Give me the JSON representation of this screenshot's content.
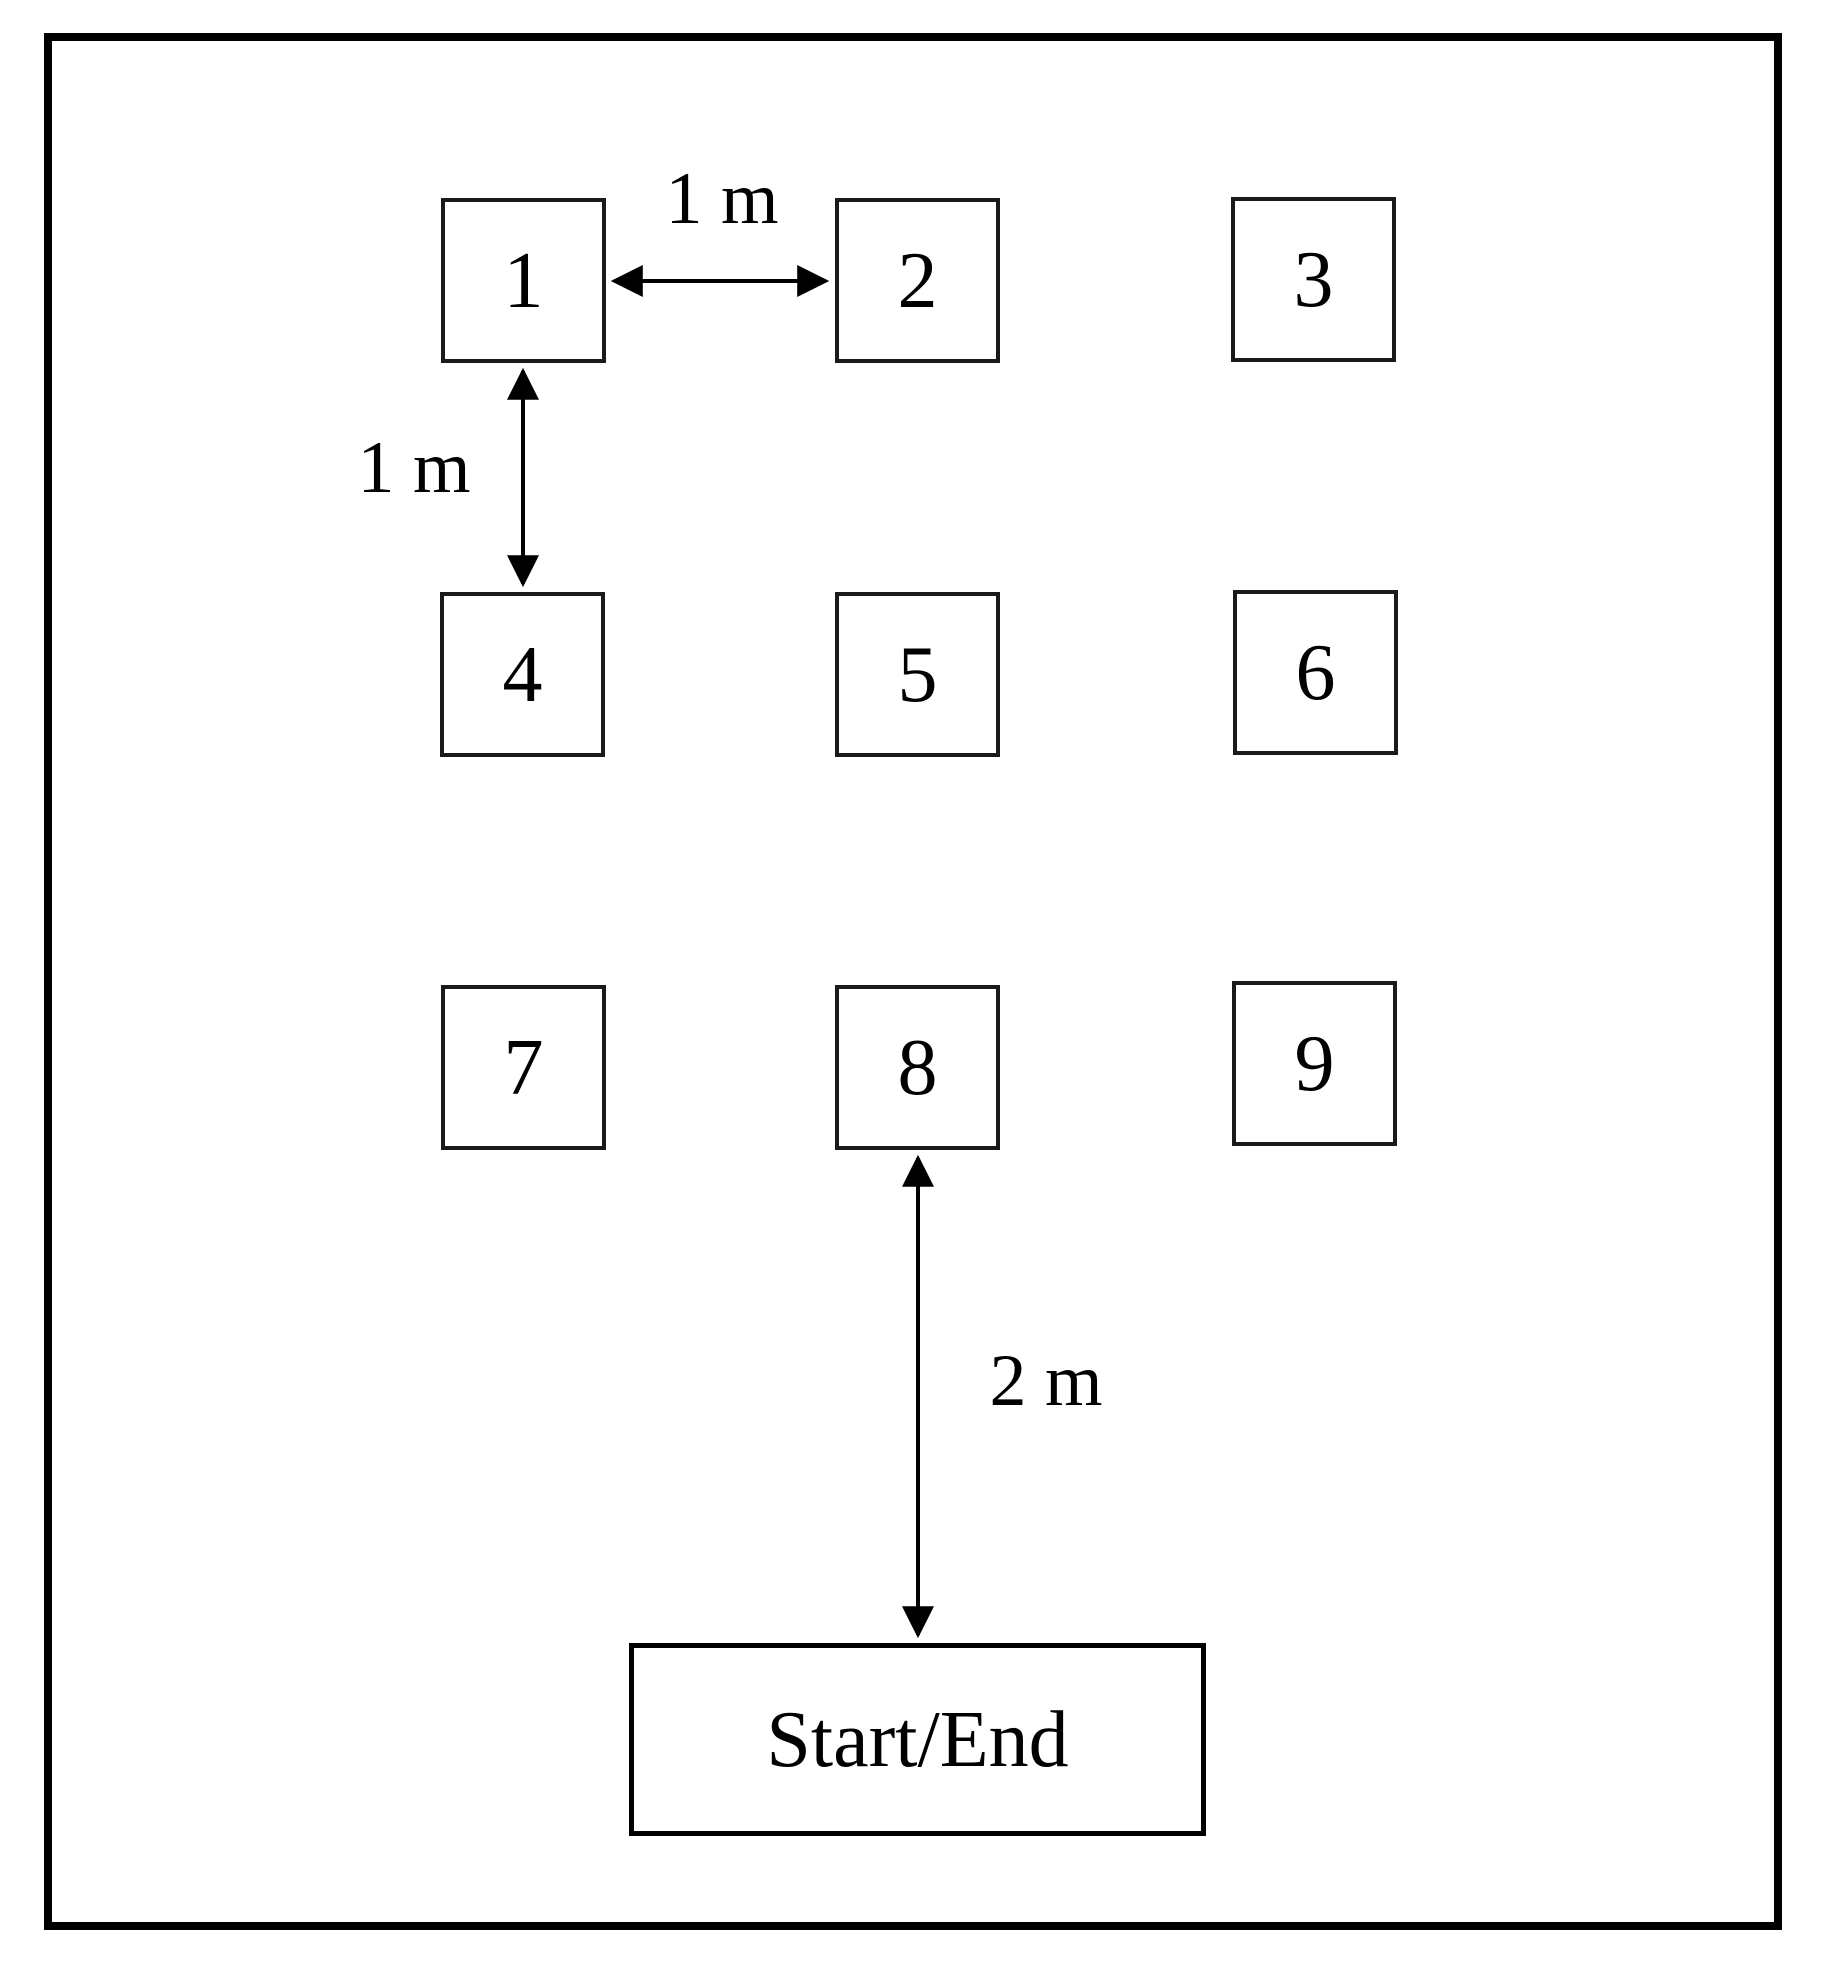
{
  "diagram": {
    "description": "Course layout of nine numbered target squares in a 3x3 grid with a Start/End base box",
    "boxes": [
      {
        "label": "1"
      },
      {
        "label": "2"
      },
      {
        "label": "3"
      },
      {
        "label": "4"
      },
      {
        "label": "5"
      },
      {
        "label": "6"
      },
      {
        "label": "7"
      },
      {
        "label": "8"
      },
      {
        "label": "9"
      }
    ],
    "start_end": {
      "label": "Start/End"
    },
    "measurements": {
      "horizontal_1m": "1 m",
      "vertical_1m": "1 m",
      "vertical_2m": "2 m"
    },
    "colors": {
      "stroke": "#000000",
      "background": "#ffffff"
    }
  }
}
